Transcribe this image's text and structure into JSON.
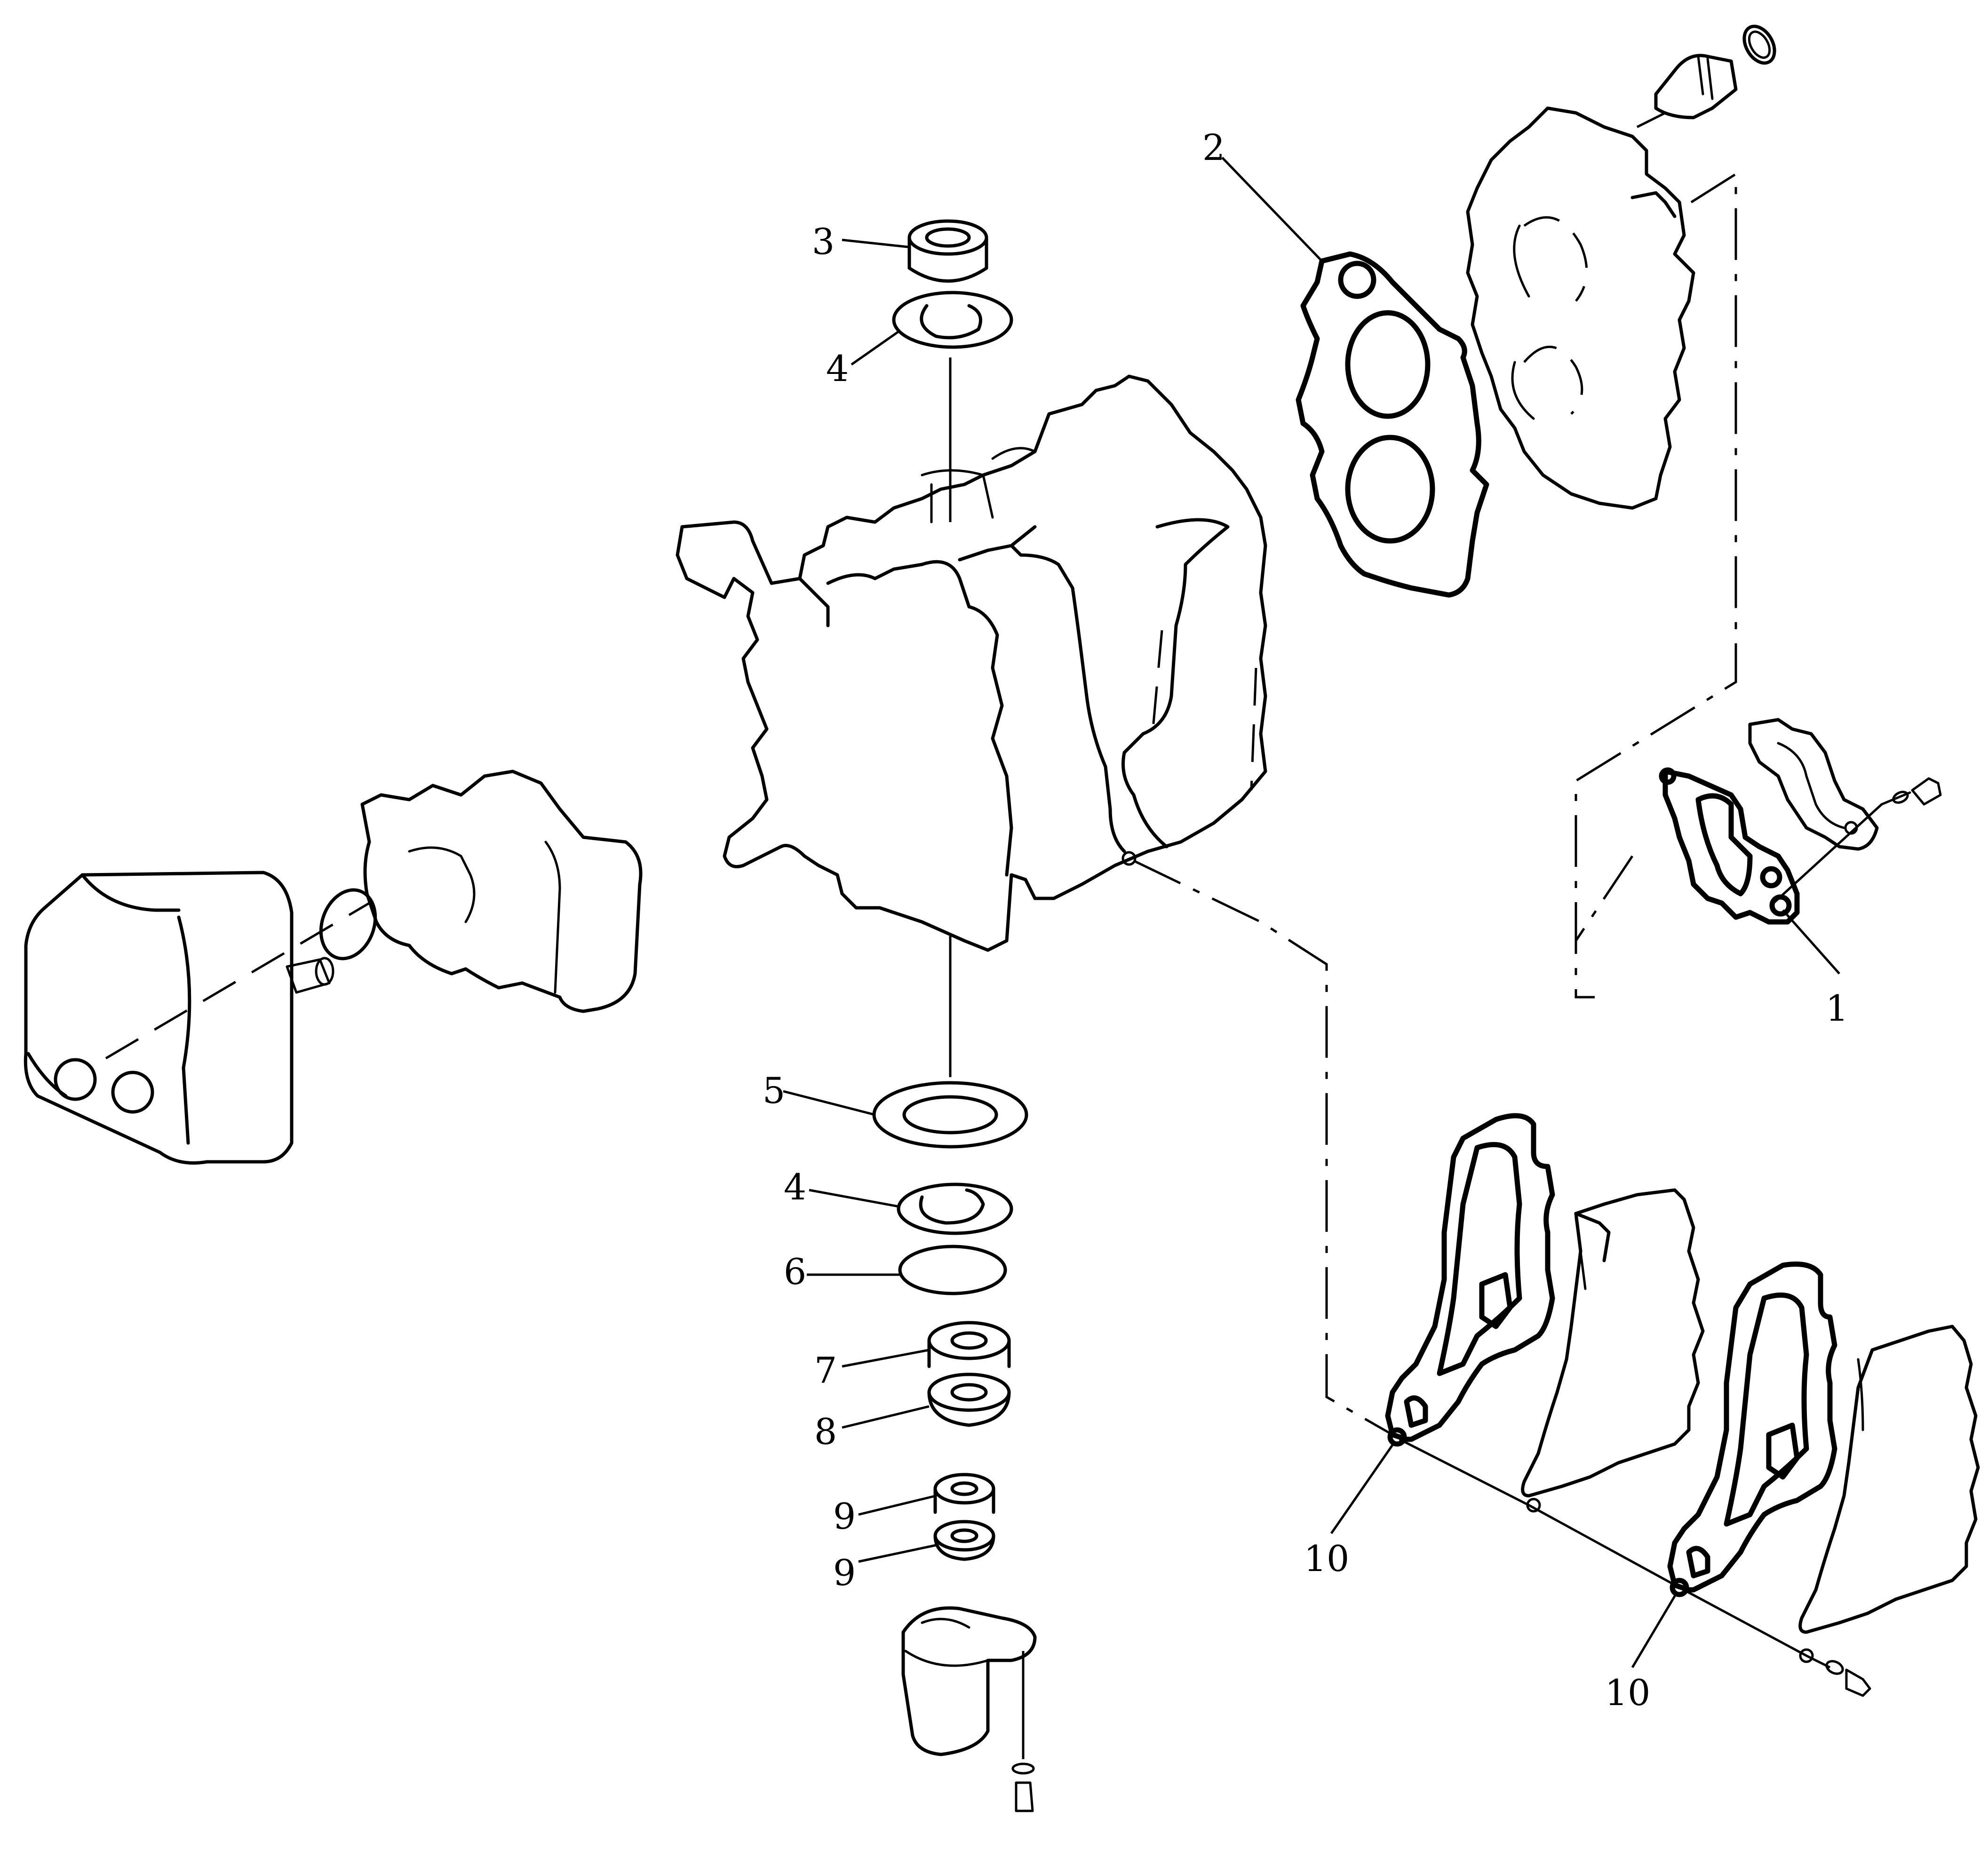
{
  "diagram": {
    "callouts": [
      {
        "id": "c1",
        "label": "1"
      },
      {
        "id": "c2",
        "label": "2"
      },
      {
        "id": "c3",
        "label": "3"
      },
      {
        "id": "c4a",
        "label": "4"
      },
      {
        "id": "c5",
        "label": "5"
      },
      {
        "id": "c4b",
        "label": "4"
      },
      {
        "id": "c6",
        "label": "6"
      },
      {
        "id": "c7",
        "label": "7"
      },
      {
        "id": "c8",
        "label": "8"
      },
      {
        "id": "c9a",
        "label": "9"
      },
      {
        "id": "c9b",
        "label": "9"
      },
      {
        "id": "c10a",
        "label": "10"
      },
      {
        "id": "c10b",
        "label": "10"
      }
    ]
  }
}
